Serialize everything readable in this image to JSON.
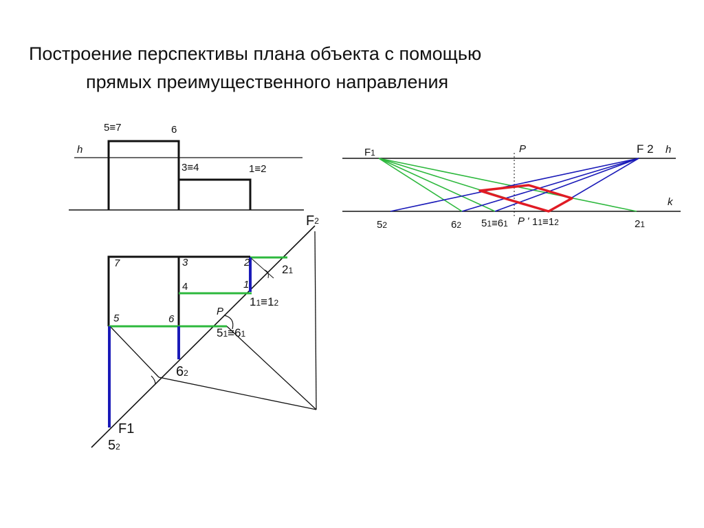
{
  "title": {
    "line1": "Построение перспективы плана объекта с помощью",
    "line2": "прямых преимущественного направления"
  },
  "colors": {
    "ink": "#111111",
    "green": "#2db83d",
    "blue": "#1a1ab8",
    "red": "#e01b24"
  },
  "elevation": {
    "h": "h",
    "p57": "5≡7",
    "p6": "6",
    "p34": "3≡4",
    "p12": "1≡2"
  },
  "plan": {
    "F2": "F",
    "F2s": "2",
    "p7": "7",
    "p3": "3",
    "p2": "2",
    "p4": "4",
    "p1": "1",
    "p5": "5",
    "p6": "6",
    "P": "P",
    "l21": "2",
    "l21s": "1",
    "l1112_a": "1",
    "l1112_as": "1",
    "l1112_b": "≡1",
    "l1112_bs": "2",
    "l5161_a": "5",
    "l5161_as": "1",
    "l5161_b": "≡6",
    "l5161_bs": "1",
    "l62": "6",
    "l62s": "2",
    "F1": "F1",
    "l52": "5",
    "l52s": "2"
  },
  "persp": {
    "F1": "F",
    "F1s": "1",
    "P": "P",
    "F2": "F 2",
    "h": "h",
    "k": "k",
    "l52": "5",
    "l52s": "2",
    "l62": "6",
    "l62s": "2",
    "l5161_a": "5",
    "l5161_as": "1",
    "l5161_b": "≡6",
    "l5161_bs": "1",
    "Pp": "P '",
    "l1112_a": "1",
    "l1112_as": "1",
    "l1112_b": "≡1",
    "l1112_bs": "2",
    "l21": "2",
    "l21s": "1"
  }
}
